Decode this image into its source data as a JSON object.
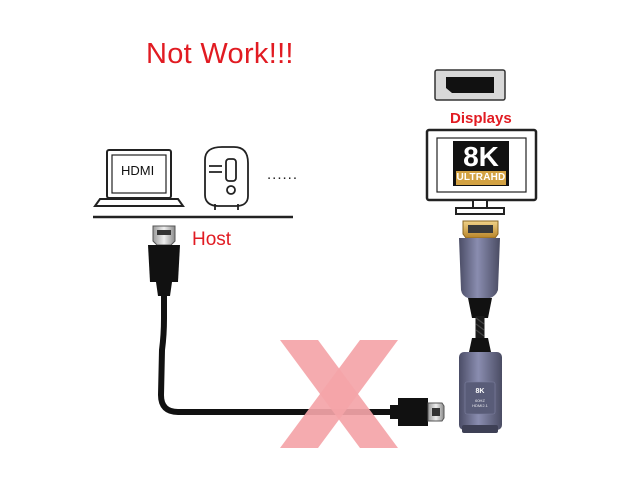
{
  "title": "Not Work!!!",
  "host_label": "Host",
  "displays_label": "Displays",
  "laptop_screen_text": "HDMI",
  "ellipsis": "......",
  "badge": {
    "main": "8K",
    "sub": "ULTRAHD"
  },
  "adapter_text": {
    "main": "8K",
    "sub": "60HZ\nHDMI2.1"
  },
  "colors": {
    "accent_red": "#e11b22",
    "cross": "#f4a4a8",
    "adapter_body": "#6b6e8a",
    "badge_gold": "#d3a243"
  },
  "icons": [
    "laptop-icon",
    "projector-icon",
    "monitor-icon",
    "displayport-port-icon",
    "hdmi-cable-icon",
    "dp-to-hdmi-adapter-icon",
    "cross-mark-icon"
  ]
}
